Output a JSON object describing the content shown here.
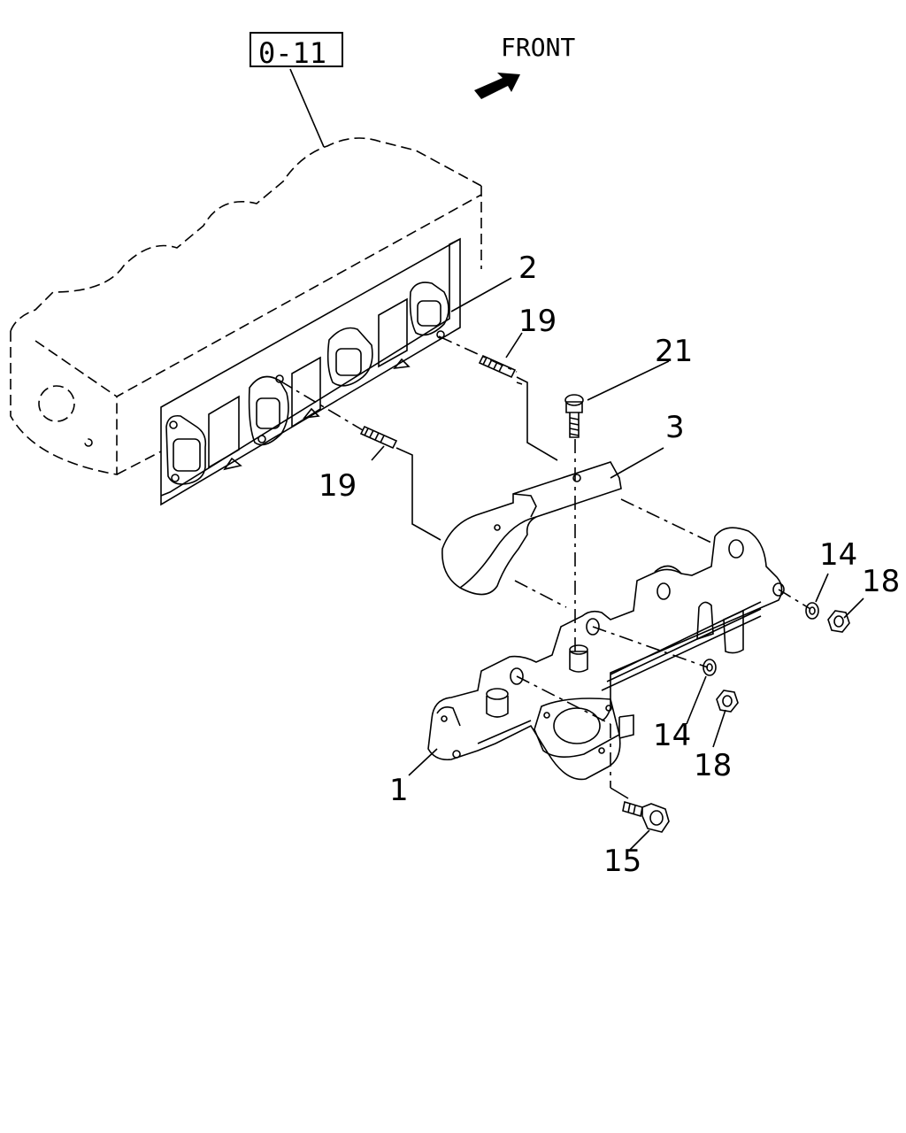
{
  "reference": {
    "label": "0-11"
  },
  "direction": {
    "label": "FRONT"
  },
  "callouts": [
    {
      "id": "c2",
      "text": "2"
    },
    {
      "id": "c19a",
      "text": "19"
    },
    {
      "id": "c21",
      "text": "21"
    },
    {
      "id": "c3",
      "text": "3"
    },
    {
      "id": "c19b",
      "text": "19"
    },
    {
      "id": "c14a",
      "text": "14"
    },
    {
      "id": "c18a",
      "text": "18"
    },
    {
      "id": "c14b",
      "text": "14"
    },
    {
      "id": "c18b",
      "text": "18"
    },
    {
      "id": "c1",
      "text": "1"
    },
    {
      "id": "c15",
      "text": "15"
    }
  ]
}
